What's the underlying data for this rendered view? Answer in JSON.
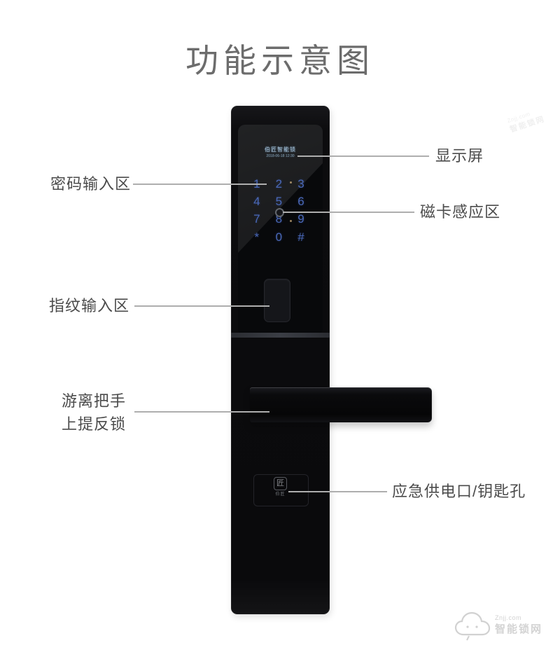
{
  "title": "功能示意图",
  "lock": {
    "display": {
      "brand": "伯匠智能锁",
      "info": "2018-06-18 12:30"
    },
    "keypad": [
      [
        "1",
        "2",
        "3"
      ],
      [
        "4",
        "5",
        "6"
      ],
      [
        "7",
        "8",
        "9"
      ],
      [
        "*",
        "0",
        "#"
      ]
    ],
    "logo": {
      "emblem": "匠",
      "caption": "伯匠"
    }
  },
  "annotations": {
    "left": [
      {
        "id": "password-area",
        "text": "密码输入区"
      },
      {
        "id": "fingerprint-area",
        "text": "指纹输入区"
      },
      {
        "id": "handle",
        "text": "游离把手",
        "text2": "上提反锁"
      }
    ],
    "right": [
      {
        "id": "display-screen",
        "text": "显示屏"
      },
      {
        "id": "card-sensor-area",
        "text": "磁卡感应区"
      },
      {
        "id": "emergency-port",
        "text": "应急供电口/钥匙孔"
      }
    ]
  },
  "watermark": {
    "line1": "Znjj.com",
    "line2": "智能锁网"
  },
  "colors": {
    "title_gray": "#6c6c6c",
    "label_gray": "#4b4b4b",
    "leader_line": "#aeaeae",
    "keypad_blue": "#4a68b8",
    "lock_black": "#0a0a0c"
  }
}
